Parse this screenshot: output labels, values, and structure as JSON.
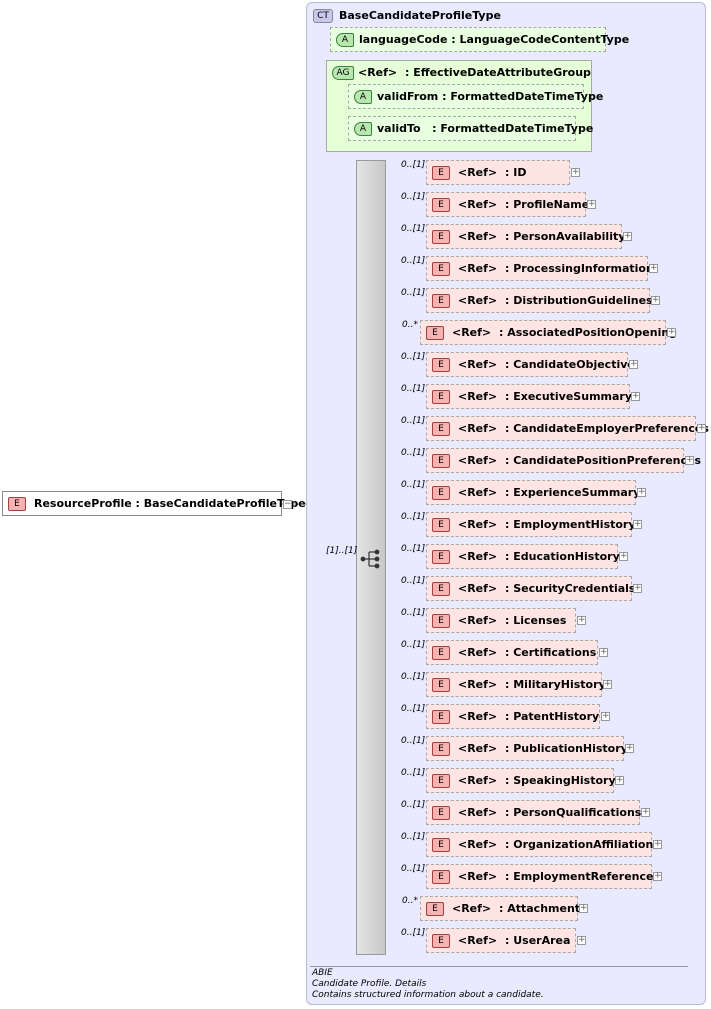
{
  "root_element": {
    "badge": "E",
    "label": "ResourceProfile : BaseCandidateProfileType"
  },
  "complex_type": {
    "badge": "CT",
    "name": "BaseCandidateProfileType"
  },
  "language_attr": {
    "badge": "A",
    "label": "languageCode : LanguageCodeContentType"
  },
  "attribute_group": {
    "badge": "AG",
    "ref": "<Ref>",
    "name": ": EffectiveDateAttributeGroup",
    "attrs": [
      {
        "badge": "A",
        "label": "validFrom : FormattedDateTimeType"
      },
      {
        "badge": "A",
        "label": "validTo   : FormattedDateTimeType"
      }
    ]
  },
  "sequence": {
    "cardinality": "[1]..[1]"
  },
  "elements": [
    {
      "card": "0..[1]",
      "ref": "<Ref>",
      "name": ": ID"
    },
    {
      "card": "0..[1]",
      "ref": "<Ref>",
      "name": ": ProfileName"
    },
    {
      "card": "0..[1]",
      "ref": "<Ref>",
      "name": ": PersonAvailability"
    },
    {
      "card": "0..[1]",
      "ref": "<Ref>",
      "name": ": ProcessingInformation"
    },
    {
      "card": "0..[1]",
      "ref": "<Ref>",
      "name": ": DistributionGuidelines"
    },
    {
      "card": "0..*",
      "ref": "<Ref>",
      "name": ": AssociatedPositionOpening"
    },
    {
      "card": "0..[1]",
      "ref": "<Ref>",
      "name": ": CandidateObjective"
    },
    {
      "card": "0..[1]",
      "ref": "<Ref>",
      "name": ": ExecutiveSummary"
    },
    {
      "card": "0..[1]",
      "ref": "<Ref>",
      "name": ": CandidateEmployerPreferences"
    },
    {
      "card": "0..[1]",
      "ref": "<Ref>",
      "name": ": CandidatePositionPreferences"
    },
    {
      "card": "0..[1]",
      "ref": "<Ref>",
      "name": ": ExperienceSummary"
    },
    {
      "card": "0..[1]",
      "ref": "<Ref>",
      "name": ": EmploymentHistory"
    },
    {
      "card": "0..[1]",
      "ref": "<Ref>",
      "name": ": EducationHistory"
    },
    {
      "card": "0..[1]",
      "ref": "<Ref>",
      "name": ": SecurityCredentials"
    },
    {
      "card": "0..[1]",
      "ref": "<Ref>",
      "name": ": Licenses"
    },
    {
      "card": "0..[1]",
      "ref": "<Ref>",
      "name": ": Certifications"
    },
    {
      "card": "0..[1]",
      "ref": "<Ref>",
      "name": ": MilitaryHistory"
    },
    {
      "card": "0..[1]",
      "ref": "<Ref>",
      "name": ": PatentHistory"
    },
    {
      "card": "0..[1]",
      "ref": "<Ref>",
      "name": ": PublicationHistory"
    },
    {
      "card": "0..[1]",
      "ref": "<Ref>",
      "name": ": SpeakingHistory"
    },
    {
      "card": "0..[1]",
      "ref": "<Ref>",
      "name": ": PersonQualifications"
    },
    {
      "card": "0..[1]",
      "ref": "<Ref>",
      "name": ": OrganizationAffiliations"
    },
    {
      "card": "0..[1]",
      "ref": "<Ref>",
      "name": ": EmploymentReferences"
    },
    {
      "card": "0..*",
      "ref": "<Ref>",
      "name": ": Attachment"
    },
    {
      "card": "0..[1]",
      "ref": "<Ref>",
      "name": ": UserArea"
    }
  ],
  "element_badge": "E",
  "footer": {
    "line1": "ABIE",
    "line2": "Candidate Profile. Details",
    "line3": "Contains structured information about a candidate."
  },
  "colors": {
    "ct_background": "#e9e9ff",
    "element_fill": "#ffe4e4",
    "attribute_fill": "#e8ffe0",
    "badge_element": "#f7b2b2",
    "badge_attribute": "#b8e8b0"
  }
}
